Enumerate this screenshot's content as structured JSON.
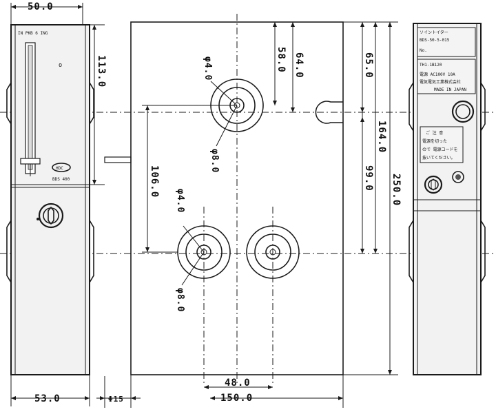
{
  "dimensions": {
    "front_width": "50.0",
    "front_bottom_width": "53.0",
    "front_height": "113.0",
    "pipe_width": "Φ15",
    "hole_top_from_top": "58.0",
    "hole_top_from_top2": "64.0",
    "hole_spacing_vertical": "106.0",
    "right_dim_65": "65.0",
    "right_dim_164": "164.0",
    "right_dim_99": "99.0",
    "right_dim_250": "250.0",
    "bottom_48": "48.0",
    "bottom_150": "150.0",
    "phi_4_top": "φ4.0",
    "phi_8_top": "φ8.0",
    "phi_4_bottom": "φ4.0",
    "phi_8_bottom": "φ8.0"
  },
  "front_panel": {
    "maker_label": "IN PKB 6 ING",
    "indicator_mark": "o",
    "logo_text": "HDC",
    "model_text": "BDS 400"
  },
  "side_label": {
    "line1": "ソイントイター",
    "line2": "BDS-50-5-015",
    "line3": "No.",
    "line4": "TH1-1B120",
    "line5": "電源 AC100V 10A",
    "line6": "電気電気工業株式会社",
    "line7": "MADE IN JAPAN",
    "warn1": "ご 注 意",
    "warn2": "電源を切った",
    "warn3": "ので 電源コードを",
    "warn4": "抜いてください。"
  }
}
